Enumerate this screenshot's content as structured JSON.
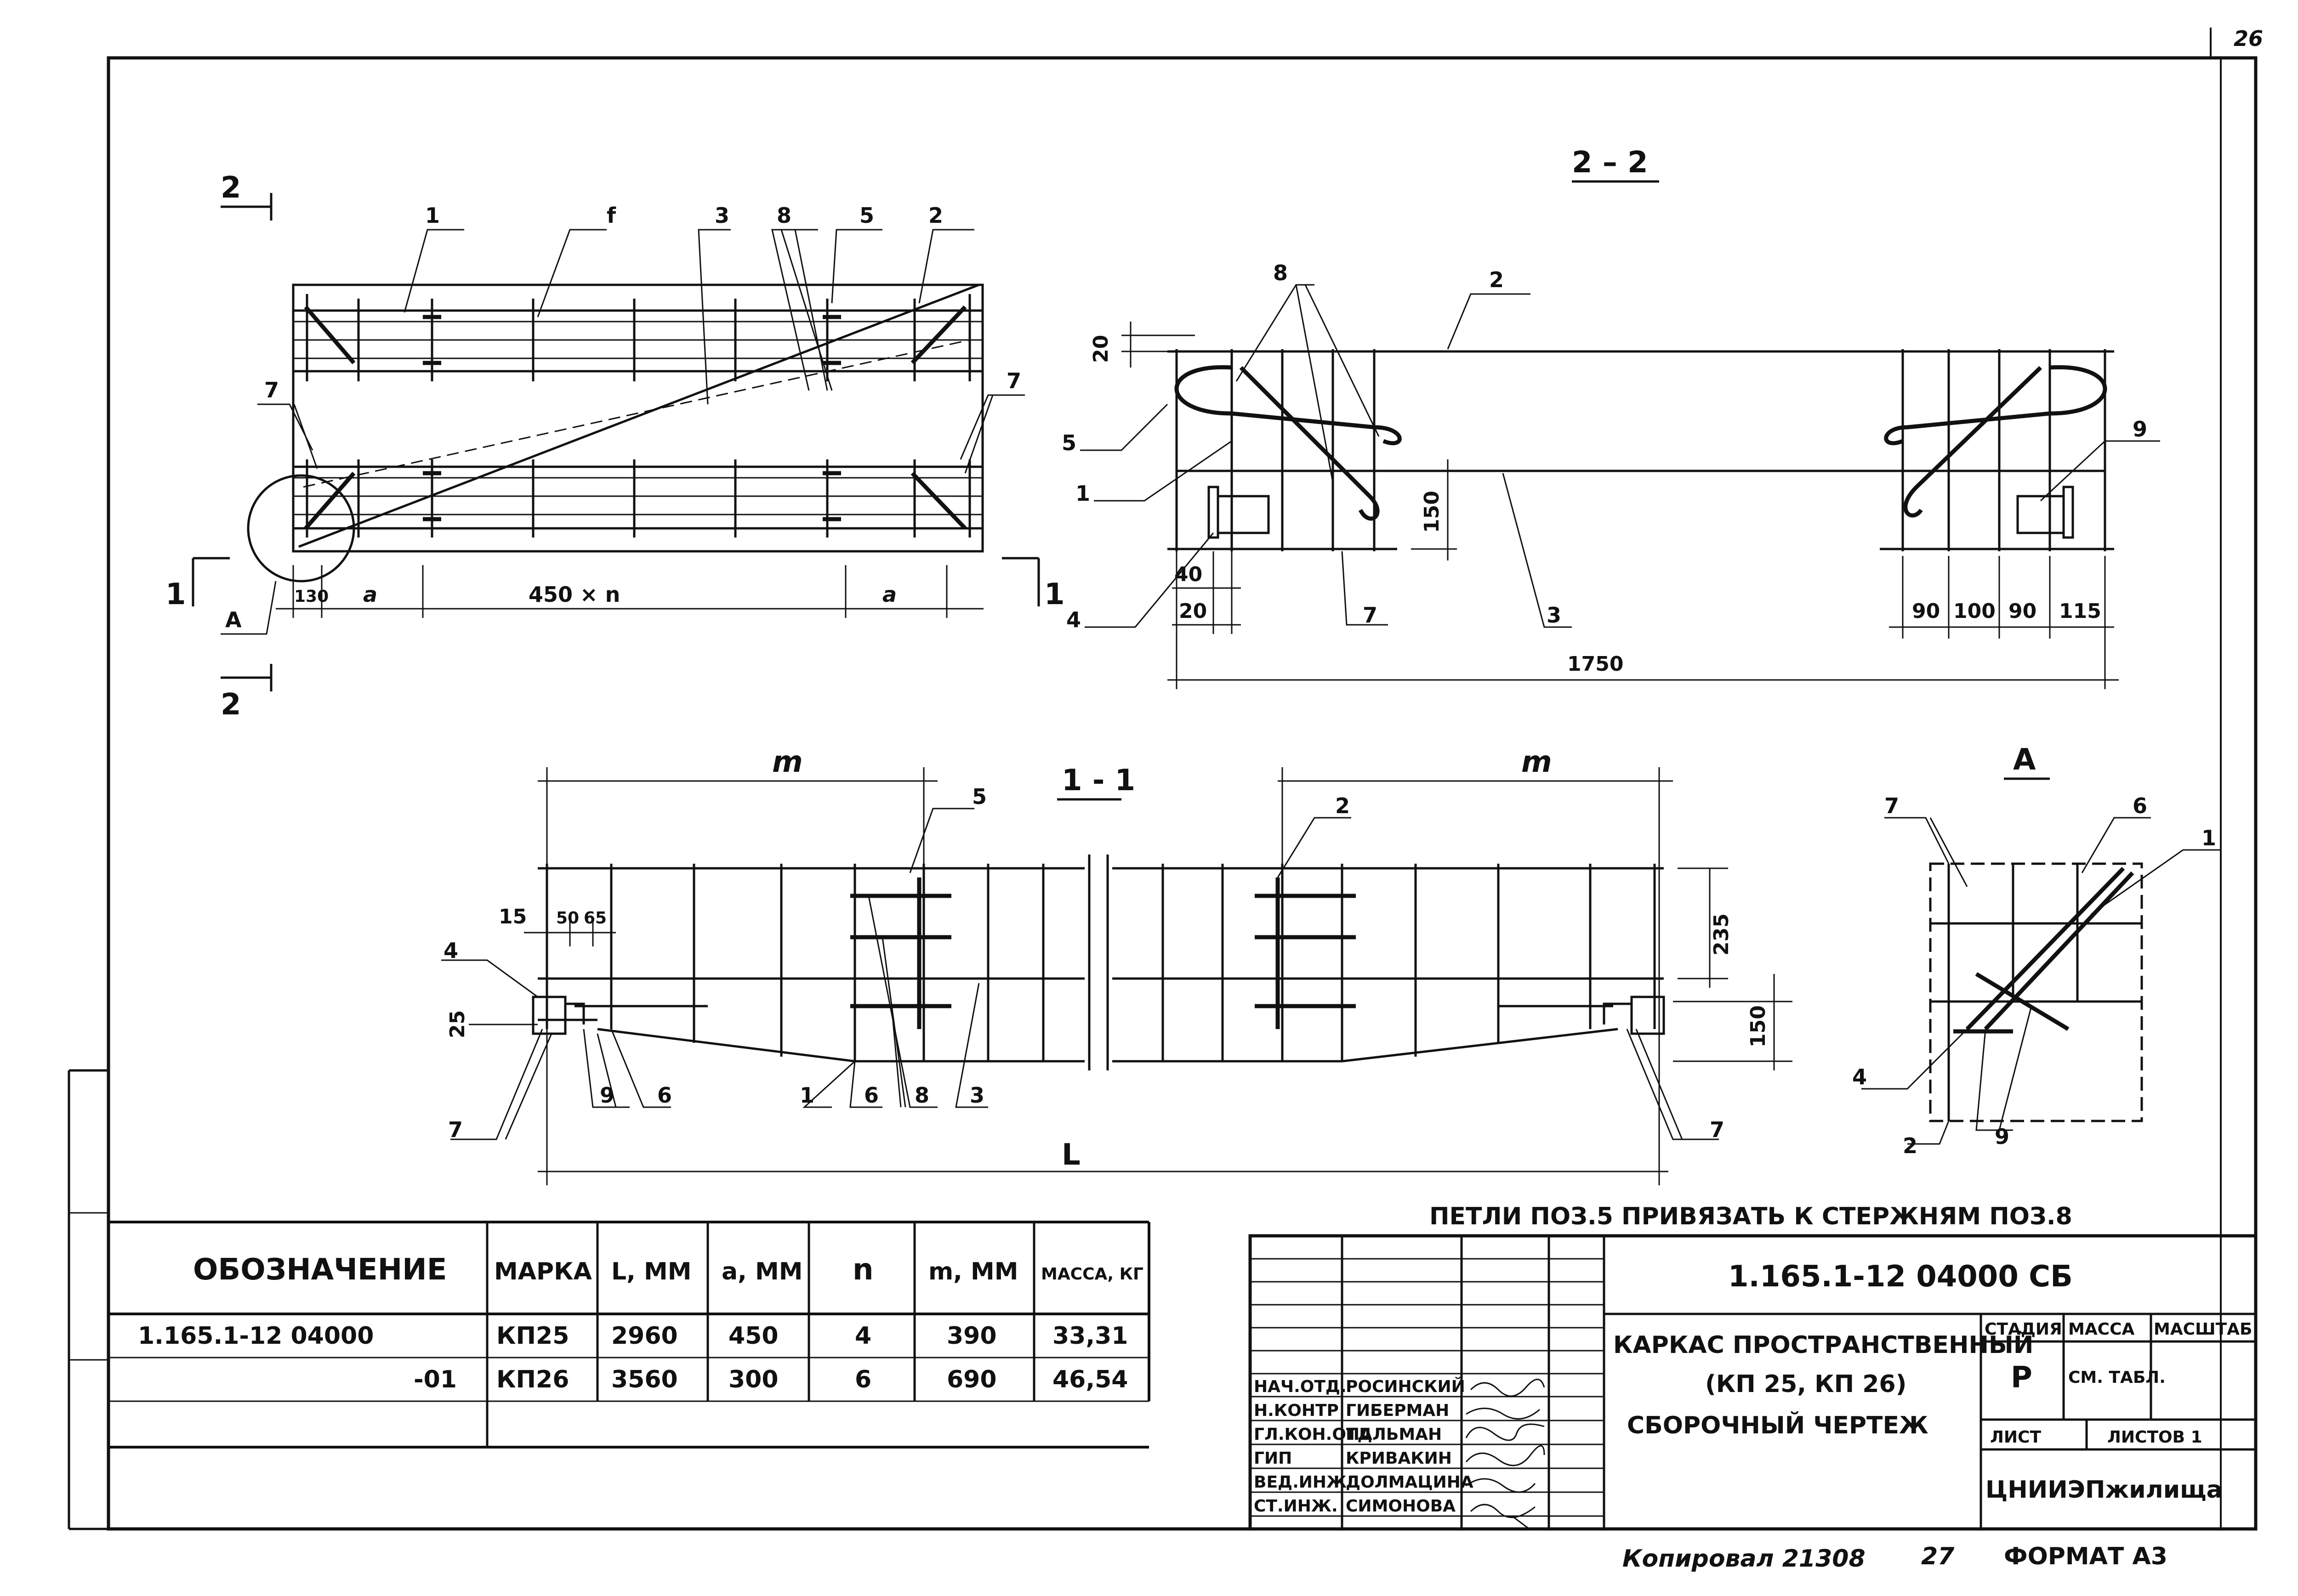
{
  "page": {
    "sheet_number": "26"
  },
  "plan": {
    "section_marks": [
      "2",
      "2",
      "1",
      "1"
    ],
    "leaders": [
      "1",
      "f",
      "3",
      "8",
      "5",
      "2",
      "7",
      "7",
      "A"
    ],
    "dims": [
      "130",
      "a",
      "450 × n",
      "a"
    ]
  },
  "section22": {
    "title": "2 – 2",
    "leaders": [
      "8",
      "2",
      "5",
      "1",
      "4",
      "7",
      "3",
      "9"
    ],
    "dims": [
      "20",
      "150",
      "40",
      "20",
      "90",
      "100",
      "90",
      "115",
      "1750"
    ]
  },
  "section11": {
    "title": "1 - 1",
    "leaders": [
      "5",
      "2",
      "4",
      "7",
      "9",
      "6",
      "1",
      "6",
      "8",
      "3",
      "7"
    ],
    "dims": [
      "m",
      "m",
      "15",
      "50",
      "65",
      "25",
      "235",
      "150",
      "L"
    ]
  },
  "detailA": {
    "title": "А",
    "leaders": [
      "7",
      "6",
      "1",
      "4",
      "2",
      "9"
    ]
  },
  "note": "ПЕТЛИ ПОЗ.5 ПРИВЯЗАТЬ К СТЕРЖНЯМ ПОЗ.8",
  "spec_table": {
    "headers": [
      "ОБОЗНАЧЕНИЕ",
      "МАРКА",
      "L, ММ",
      "a, ММ",
      "n",
      "m, ММ",
      "МАССА, КГ"
    ],
    "rows": [
      [
        "1.165.1-12 04000",
        "КП25",
        "2960",
        "450",
        "4",
        "390",
        "33,31"
      ],
      [
        "-01",
        "КП26",
        "3560",
        "300",
        "6",
        "690",
        "46,54"
      ]
    ]
  },
  "title_block": {
    "doc_code": "1.165.1-12 04000 СБ",
    "title_lines": [
      "КАРКАС ПРОСТРАНСТВЕННЫЙ",
      "(КП 25, КП 26)",
      "СБОРОЧНЫЙ ЧЕРТЕЖ"
    ],
    "stage_header": "СТАДИЯ",
    "mass_header": "МАССА",
    "scale_header": "МАСШТАБ",
    "stage": "Р",
    "mass_value": "СМ. ТАБЛ.",
    "sheet_label": "ЛИСТ",
    "sheets_label": "ЛИСТОВ 1",
    "org": "ЦНИИЭПжилища",
    "roles": [
      [
        "НАЧ.ОТД.",
        "РОСИНСКИЙ"
      ],
      [
        "Н.КОНТР",
        "ГИБЕРМАН"
      ],
      [
        "ГЛ.КОН.ОТД",
        "ПАЛЬМАН"
      ],
      [
        "ГИП",
        "КРИВАКИН"
      ],
      [
        "ВЕД.ИНЖ",
        "ДОЛМАЦИНА"
      ],
      [
        "СТ.ИНЖ.",
        "СИМОНОВА"
      ]
    ]
  },
  "footer": {
    "copied": "Копировал 21308",
    "page": "27",
    "format": "ФОРМАТ А3"
  }
}
